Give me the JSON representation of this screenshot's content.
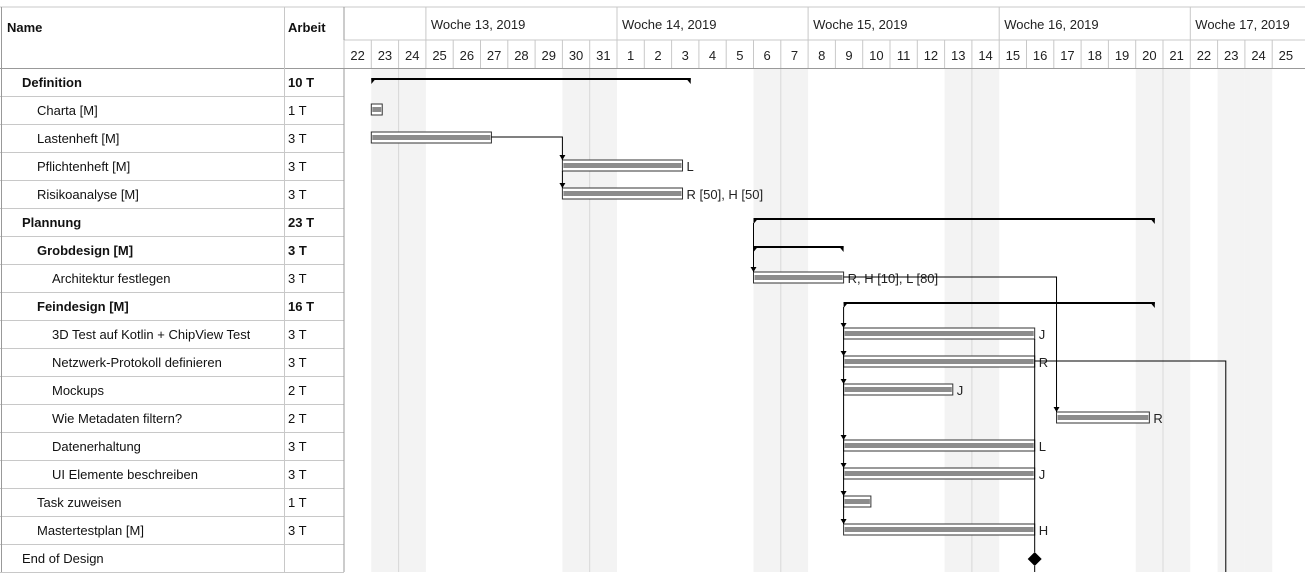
{
  "headers": {
    "name": "Name",
    "work": "Arbeit"
  },
  "weeks": [
    "Woche 13, 2019",
    "Woche 14, 2019",
    "Woche 15, 2019",
    "Woche 16, 2019",
    "Woche 17, 2019"
  ],
  "days": [
    "22",
    "23",
    "24",
    "25",
    "26",
    "27",
    "28",
    "29",
    "30",
    "31",
    "1",
    "2",
    "3",
    "4",
    "5",
    "6",
    "7",
    "8",
    "9",
    "10",
    "11",
    "12",
    "13",
    "14",
    "15",
    "16",
    "17",
    "18",
    "19",
    "20",
    "21",
    "22",
    "23",
    "24",
    "25"
  ],
  "weekend_days": [
    23,
    24,
    30,
    31,
    6,
    7,
    13,
    14,
    20,
    21
  ],
  "tasks": [
    {
      "name": "Definition",
      "work": "10 T",
      "level": 0,
      "bold": true,
      "type": "summary",
      "start": 1,
      "end": 12.7
    },
    {
      "name": "Charta [M]",
      "work": "1 T",
      "level": 1,
      "bold": false,
      "type": "task",
      "start": 1,
      "end": 1.4
    },
    {
      "name": "Lastenheft [M]",
      "work": "3 T",
      "level": 1,
      "bold": false,
      "type": "task",
      "start": 1,
      "end": 5.4
    },
    {
      "name": "Pflichtenheft [M]",
      "work": "3 T",
      "level": 1,
      "bold": false,
      "type": "task",
      "start": 8,
      "end": 12.4,
      "label": "L"
    },
    {
      "name": "Risikoanalyse [M]",
      "work": "3 T",
      "level": 1,
      "bold": false,
      "type": "task",
      "start": 8,
      "end": 12.4,
      "label": "R [50], H [50]"
    },
    {
      "name": "Plannung",
      "work": "23 T",
      "level": 0,
      "bold": true,
      "type": "summary",
      "start": 15,
      "end": 29.7
    },
    {
      "name": "Grobdesign [M]",
      "work": "3 T",
      "level": 1,
      "bold": true,
      "type": "summary",
      "start": 15,
      "end": 18.3
    },
    {
      "name": "Architektur festlegen",
      "work": "3 T",
      "level": 2,
      "bold": false,
      "type": "task",
      "start": 15,
      "end": 18.3,
      "label": "R, H [10], L [80]"
    },
    {
      "name": "Feindesign [M]",
      "work": "16 T",
      "level": 1,
      "bold": true,
      "type": "summary",
      "start": 18.3,
      "end": 29.7
    },
    {
      "name": "3D Test auf Kotlin + ChipView Test",
      "work": "3 T",
      "level": 2,
      "bold": false,
      "type": "task",
      "start": 18.3,
      "end": 25.3,
      "label": "J"
    },
    {
      "name": "Netzwerk-Protokoll definieren",
      "work": "3 T",
      "level": 2,
      "bold": false,
      "type": "task",
      "start": 18.3,
      "end": 25.3,
      "label": "R"
    },
    {
      "name": "Mockups",
      "work": "2 T",
      "level": 2,
      "bold": false,
      "type": "task",
      "start": 18.3,
      "end": 22.3,
      "label": "J"
    },
    {
      "name": "Wie Metadaten filtern?",
      "work": "2 T",
      "level": 2,
      "bold": false,
      "type": "task",
      "start": 26.1,
      "end": 29.5,
      "label": "R"
    },
    {
      "name": "Datenerhaltung",
      "work": "3 T",
      "level": 2,
      "bold": false,
      "type": "task",
      "start": 18.3,
      "end": 25.3,
      "label": "L"
    },
    {
      "name": "UI Elemente beschreiben",
      "work": "3 T",
      "level": 2,
      "bold": false,
      "type": "task",
      "start": 18.3,
      "end": 25.3,
      "label": "J"
    },
    {
      "name": "Task zuweisen",
      "work": "1 T",
      "level": 1,
      "bold": false,
      "type": "task",
      "start": 18.3,
      "end": 19.3
    },
    {
      "name": "Mastertestplan [M]",
      "work": "3 T",
      "level": 1,
      "bold": false,
      "type": "task",
      "start": 18.3,
      "end": 25.3,
      "label": "H"
    },
    {
      "name": "End of Design",
      "work": "",
      "level": 0,
      "bold": false,
      "type": "milestone",
      "start": 25.3,
      "end": 25.3
    }
  ],
  "colors": {
    "bar_fill": "#8c8c8c",
    "weekend": "#f3f3f3",
    "grid": "#c8c8c8"
  }
}
